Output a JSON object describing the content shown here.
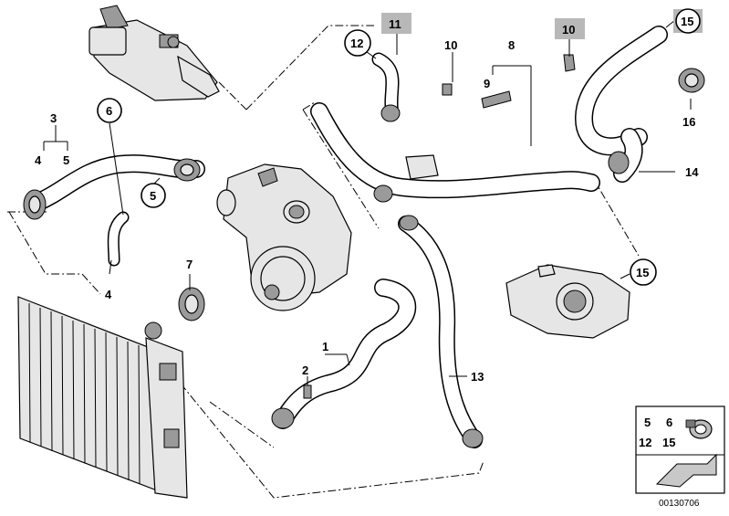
{
  "callouts": {
    "c1": "1",
    "c2": "2",
    "c3": "3",
    "c4a": "4",
    "c4b": "4",
    "c5a": "5",
    "c5b": "5",
    "c6": "6",
    "c7": "7",
    "c8": "8",
    "c9": "9",
    "c10a": "10",
    "c10b": "10",
    "c11": "11",
    "c12": "12",
    "c13": "13",
    "c14": "14",
    "c15a": "15",
    "c15b": "15",
    "c16": "16"
  },
  "legend": {
    "n5": "5",
    "n6": "6",
    "n12": "12",
    "n15": "15"
  },
  "reference": "00130706"
}
